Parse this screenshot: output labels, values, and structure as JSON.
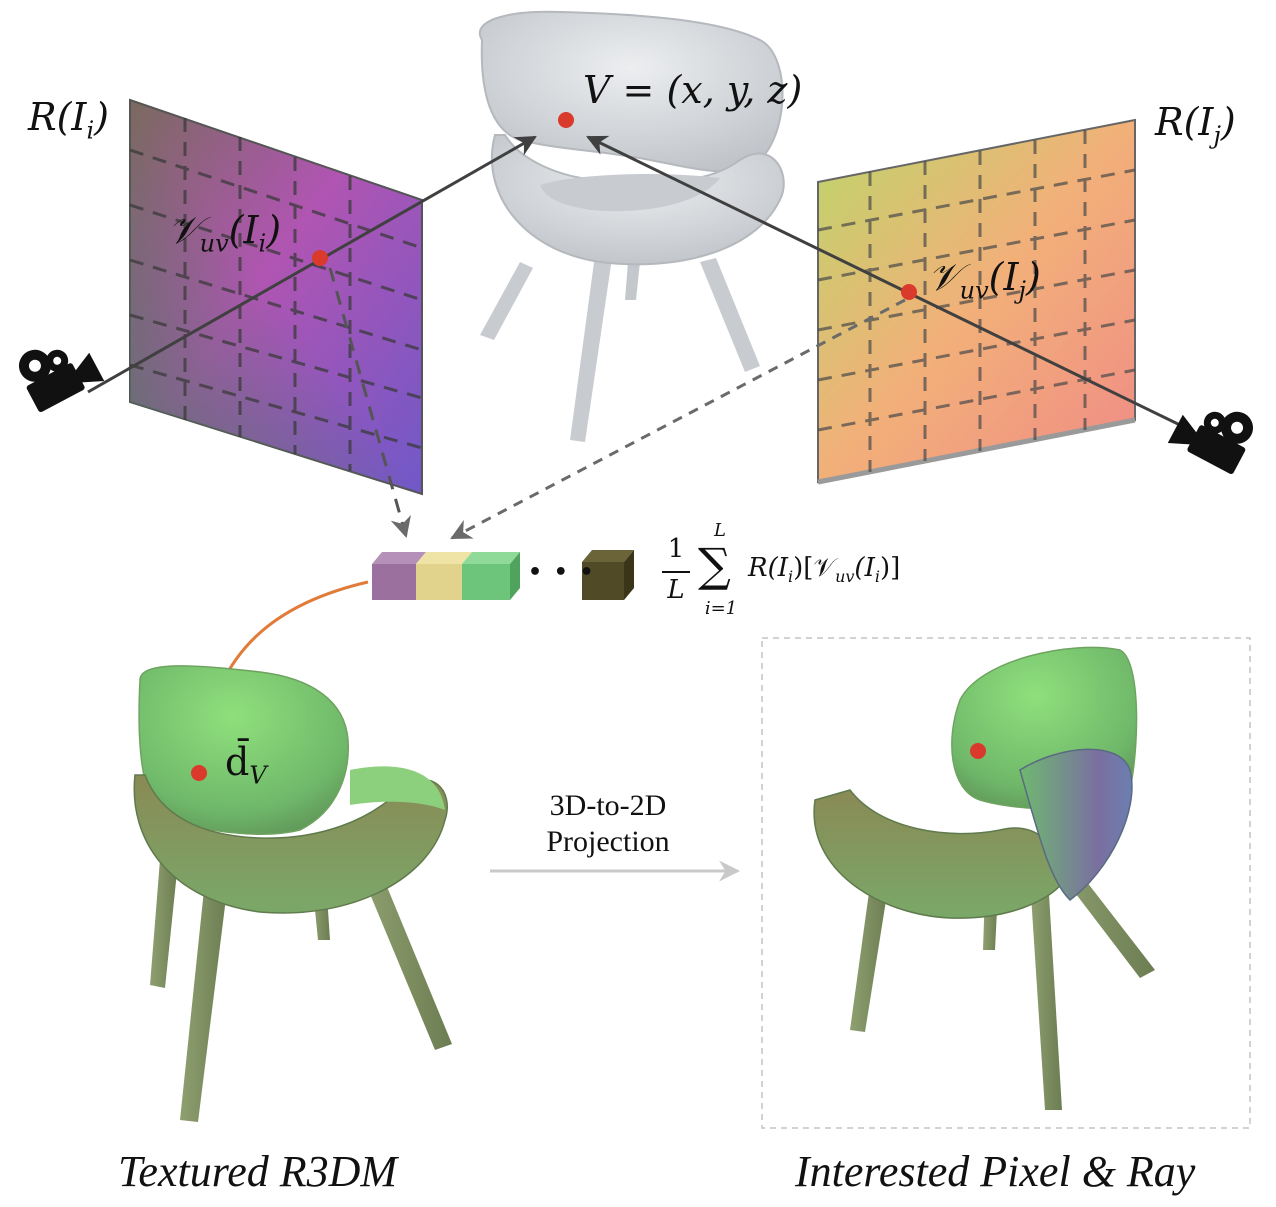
{
  "labels": {
    "plane_left_name": "R(I",
    "plane_left_sub": "i",
    "plane_right_name": "R(I",
    "plane_right_sub": "j",
    "vertex": "V = (x, y, z)",
    "proj_left_main": "𝒱",
    "proj_left_sub": "uv",
    "proj_left_arg": "(I",
    "proj_left_arg_sub": "i",
    "proj_right_main": "𝒱",
    "proj_right_sub": "uv",
    "proj_right_arg": "(I",
    "proj_right_arg_sub": "j",
    "descriptor": "d̄",
    "descriptor_sub": "V",
    "ellipsis": "• • •",
    "formula_frac_num": "1",
    "formula_frac_den": "L",
    "formula_sum_top": "L",
    "formula_sum_bottom": "i=1",
    "formula_body": "R(I",
    "formula_body_sub": "i",
    "formula_body_rest": ")[𝒱",
    "formula_body_uv": "uv",
    "formula_body_end": "(I",
    "formula_body_end_sub": "i",
    "formula_close": ")]",
    "projection_line1": "3D-to-2D",
    "projection_line2": "Projection",
    "caption_left": "Textured R3DM",
    "caption_right": "Interested Pixel & Ray"
  },
  "colors": {
    "arrow": "#404040",
    "dashed": "#6a6a6a",
    "point": "#d93a2b",
    "orange_arrow": "#e07b3a",
    "feature_cells": [
      "#9b6f9e",
      "#e2d38c",
      "#6cc57a",
      "#504a26"
    ],
    "chair_gray": "#d9dbde",
    "chair_green": "#7fcf78"
  }
}
